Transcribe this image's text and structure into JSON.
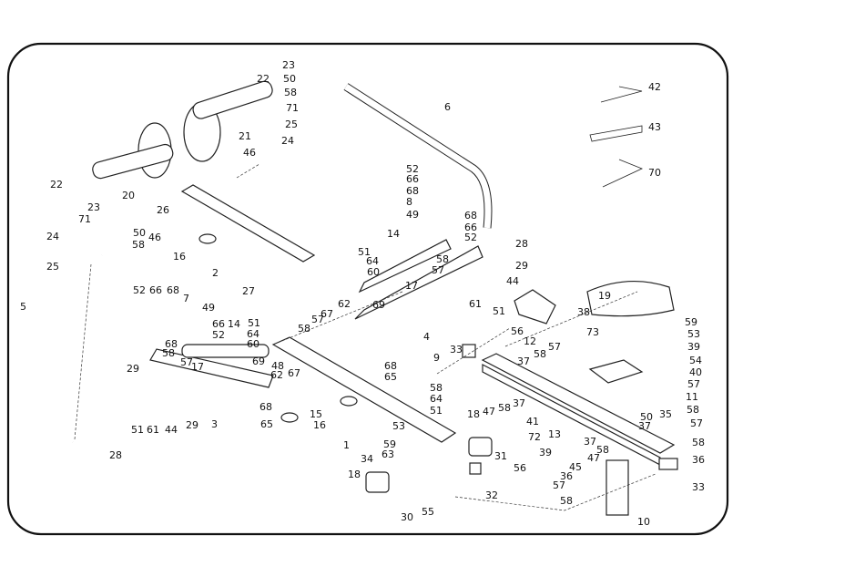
{
  "diagram": {
    "type": "exploded parts diagram",
    "labels": [
      "23",
      "50",
      "58",
      "71",
      "25",
      "24",
      "22",
      "6",
      "21",
      "46",
      "22",
      "20",
      "26",
      "23",
      "50",
      "58",
      "71",
      "46",
      "24",
      "25",
      "16",
      "2",
      "27",
      "5",
      "28",
      "52",
      "66",
      "68",
      "8",
      "49",
      "68",
      "66",
      "52",
      "58",
      "57",
      "28",
      "29",
      "44",
      "61",
      "51",
      "14",
      "51",
      "64",
      "60",
      "17",
      "62",
      "69",
      "67",
      "4",
      "52",
      "66",
      "68",
      "7",
      "49",
      "66",
      "52",
      "14",
      "51",
      "64",
      "60",
      "68",
      "58",
      "57",
      "17",
      "69",
      "48",
      "67",
      "62",
      "58",
      "57",
      "68",
      "65",
      "15",
      "29",
      "29",
      "3",
      "68",
      "65",
      "16",
      "51",
      "61",
      "44",
      "19",
      "38",
      "73",
      "59",
      "53",
      "33",
      "9",
      "56",
      "12",
      "37",
      "58",
      "57",
      "39",
      "54",
      "40",
      "57",
      "11",
      "58",
      "35",
      "50",
      "37",
      "57",
      "58",
      "36",
      "33",
      "58",
      "64",
      "51",
      "47",
      "58",
      "37",
      "18",
      "41",
      "72",
      "13",
      "39",
      "56",
      "31",
      "37",
      "58",
      "47",
      "45",
      "36",
      "57",
      "58",
      "10",
      "32",
      "53",
      "59",
      "63",
      "34",
      "1",
      "18",
      "55",
      "30",
      "42",
      "43",
      "70"
    ]
  }
}
